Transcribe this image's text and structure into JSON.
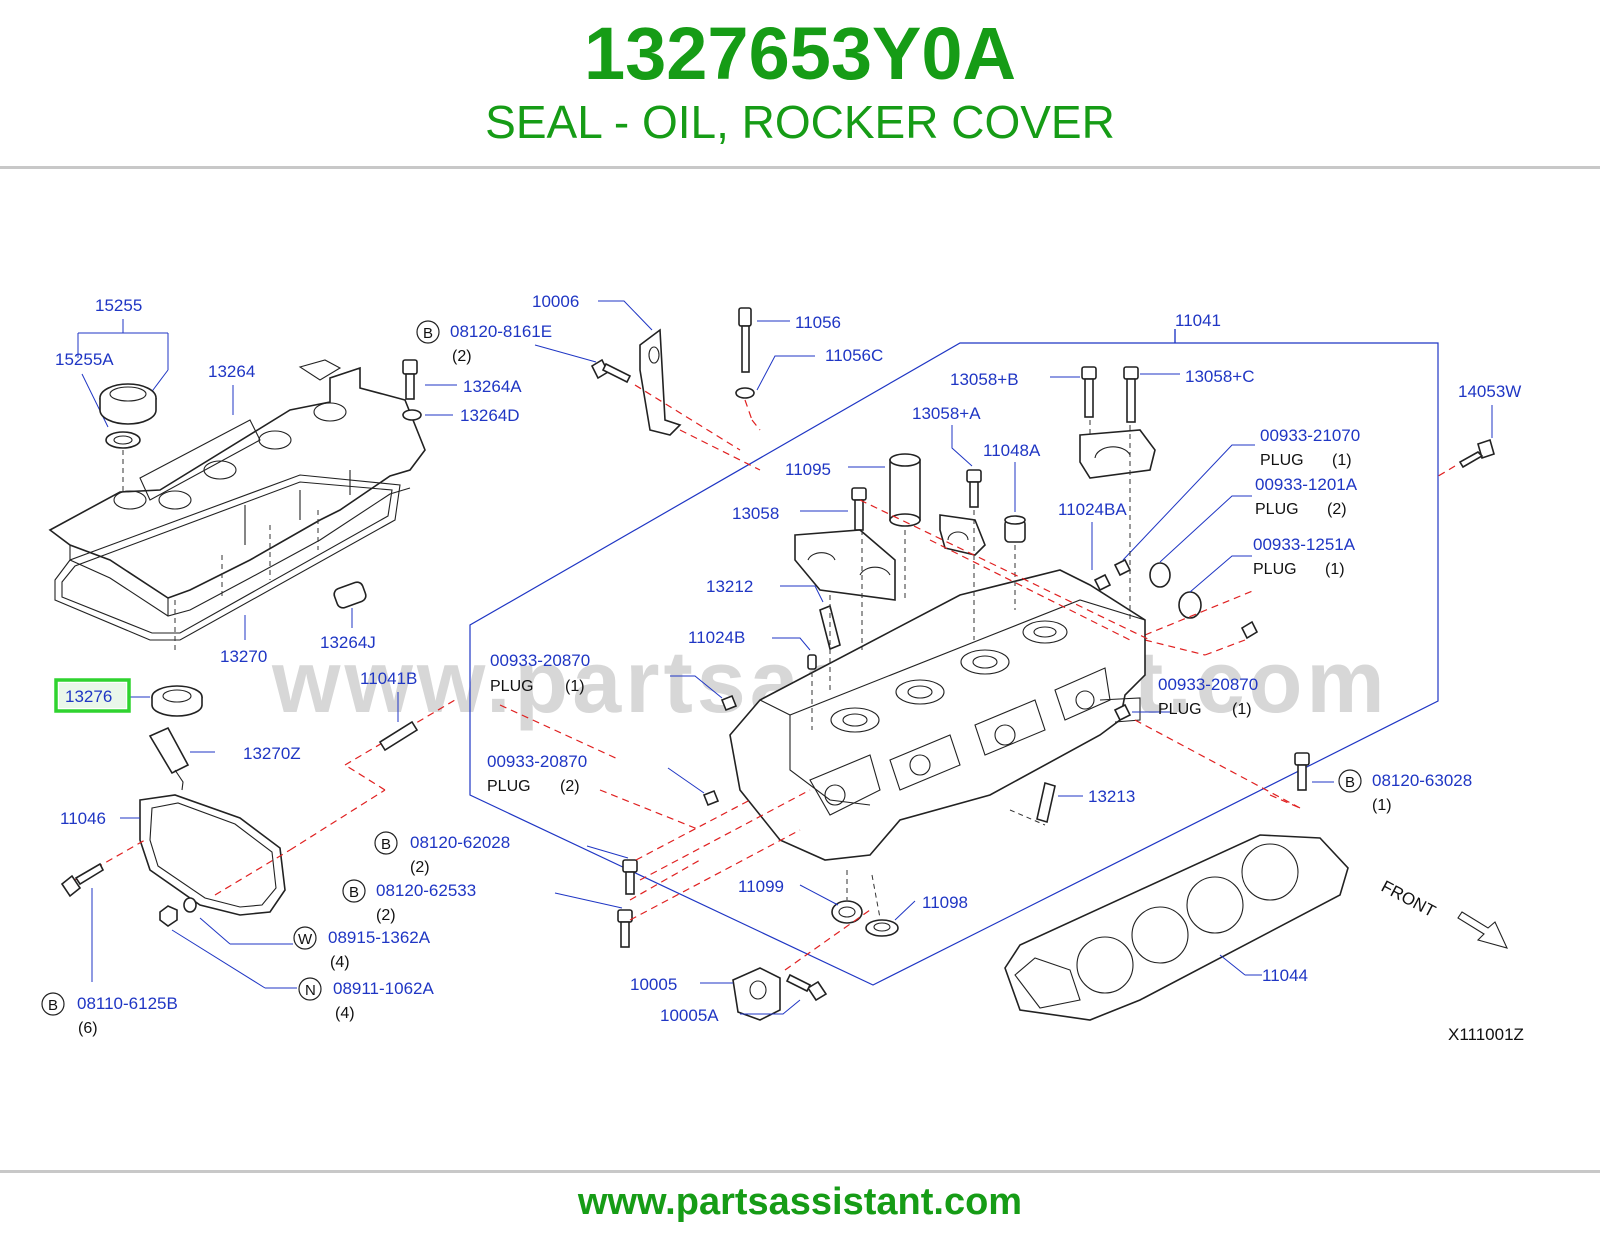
{
  "header": {
    "part_number": "1327653Y0A",
    "part_description": "SEAL - OIL, ROCKER COVER"
  },
  "footer": {
    "url": "www.partsassistant.com"
  },
  "diagram": {
    "watermark": "www.partsassistant.com",
    "code": "X111001Z",
    "front_label": "FRONT",
    "highlight_color": "#2fd32f",
    "label_color": "#1f36c4",
    "brand_color": "#169c16",
    "highlighted_part": "13276",
    "parts": [
      {
        "id": "15255"
      },
      {
        "id": "15255A"
      },
      {
        "id": "13264"
      },
      {
        "id": "13270"
      },
      {
        "id": "13264J"
      },
      {
        "id": "13276"
      },
      {
        "id": "13270Z"
      },
      {
        "id": "11046"
      },
      {
        "id": "10006"
      },
      {
        "id": "08120-8161E",
        "qty": "(2)",
        "prefix": "B"
      },
      {
        "id": "13264A"
      },
      {
        "id": "13264D"
      },
      {
        "id": "11056"
      },
      {
        "id": "11056C"
      },
      {
        "id": "11041"
      },
      {
        "id": "13058+B"
      },
      {
        "id": "13058+C"
      },
      {
        "id": "14053W"
      },
      {
        "id": "13058+A"
      },
      {
        "id": "11048A"
      },
      {
        "id": "11095"
      },
      {
        "id": "13058"
      },
      {
        "id": "11024BA"
      },
      {
        "id": "00933-21070",
        "desc": "PLUG",
        "qty": "(1)"
      },
      {
        "id": "00933-1201A",
        "desc": "PLUG",
        "qty": "(2)"
      },
      {
        "id": "00933-1251A",
        "desc": "PLUG",
        "qty": "(1)"
      },
      {
        "id": "13212"
      },
      {
        "id": "11024B"
      },
      {
        "id": "00933-20870",
        "desc": "PLUG",
        "qty": "(1)"
      },
      {
        "id": "11041B"
      },
      {
        "id": "00933-20870",
        "desc": "PLUG",
        "qty": "(2)"
      },
      {
        "id": "00933-20870",
        "desc": "PLUG",
        "qty": "(1)"
      },
      {
        "id": "08120-63028",
        "qty": "(1)",
        "prefix": "B"
      },
      {
        "id": "13213"
      },
      {
        "id": "08120-62028",
        "qty": "(2)",
        "prefix": "B"
      },
      {
        "id": "08120-62533",
        "qty": "(2)",
        "prefix": "B"
      },
      {
        "id": "08915-1362A",
        "qty": "(4)",
        "prefix": "W"
      },
      {
        "id": "08911-1062A",
        "qty": "(4)",
        "prefix": "N"
      },
      {
        "id": "08110-6125B",
        "qty": "(6)",
        "prefix": "B"
      },
      {
        "id": "11099"
      },
      {
        "id": "11098"
      },
      {
        "id": "10005"
      },
      {
        "id": "10005A"
      },
      {
        "id": "11044"
      }
    ]
  }
}
